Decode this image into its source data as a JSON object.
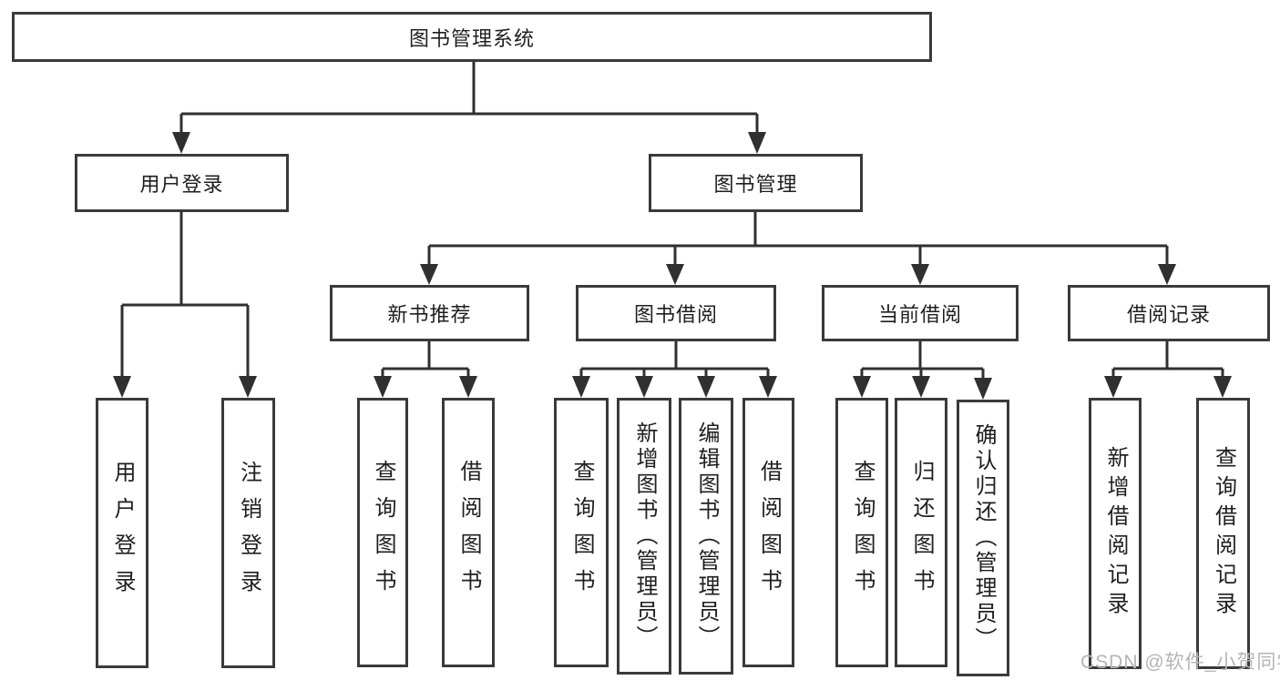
{
  "colors": {
    "line": "#303030",
    "box_border": "#3a3a3a",
    "text": "#1f1f1f",
    "watermark": "#b5b5b5",
    "background": "#ffffff"
  },
  "tree": {
    "root": "图书管理系统",
    "branches": [
      {
        "label": "用户登录",
        "children": [
          "用户登录",
          "注销登录"
        ]
      },
      {
        "label": "图书管理",
        "groups": [
          {
            "label": "新书推荐",
            "children": [
              "查询图书",
              "借阅图书"
            ]
          },
          {
            "label": "图书借阅",
            "children": [
              "查询图书",
              "新增图书（管理员）",
              "编辑图书（管理员）",
              "借阅图书"
            ]
          },
          {
            "label": "当前借阅",
            "children": [
              "查询图书",
              "归还图书",
              "确认归还（管理员）"
            ]
          },
          {
            "label": "借阅记录",
            "children": [
              "新增借阅记录",
              "查询借阅记录"
            ]
          }
        ]
      }
    ]
  },
  "watermark": {
    "text": "CSDN @软件_小贺同学"
  }
}
